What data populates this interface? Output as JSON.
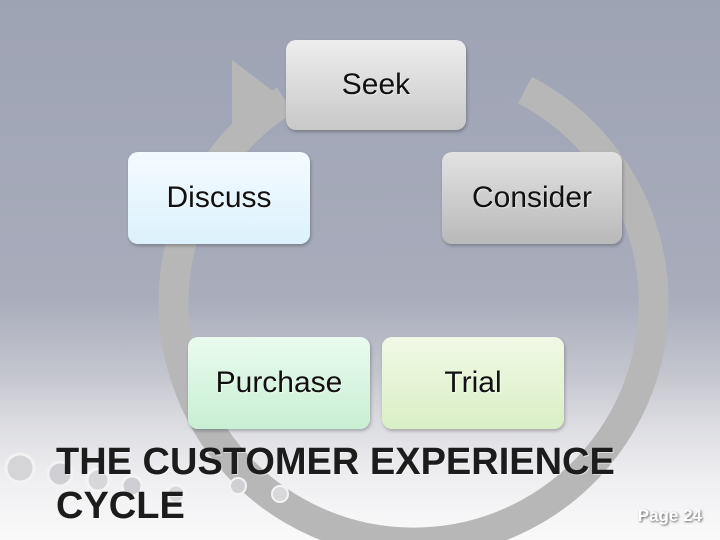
{
  "diagram": {
    "steps": [
      "Seek",
      "Consider",
      "Trial",
      "Purchase",
      "Discuss"
    ]
  },
  "slide": {
    "title": "THE CUSTOMER EXPERIENCE CYCLE",
    "page_label": "Page 24"
  }
}
